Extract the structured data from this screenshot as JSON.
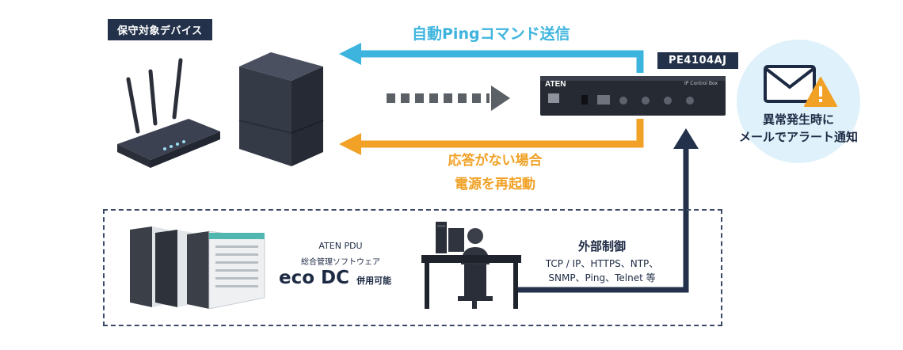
{
  "labels": {
    "device_badge": "保守対象デバイス",
    "pe_badge": "PE4104AJ",
    "ping": "自動Pingコマンド送信",
    "restart_line1": "応答がない場合",
    "restart_line2": "電源を再起動",
    "alert_line1": "異常発生時に",
    "alert_line2": "メールでアラート通知",
    "aten_pdu": "ATEN PDU",
    "mgmt_software": "総合管理ソフトウェア",
    "eco_dc": "eco DC",
    "eco_suffix": "併用可能",
    "control_title": "外部制御",
    "control_line1": "TCP / IP、HTTPS、NTP、",
    "control_line2": "SNMP、Ping、Telnet 等",
    "device_brand": "ATEN",
    "device_panel_title": "IP Control Box"
  },
  "colors": {
    "cyan": "#3db4de",
    "orange": "#f0a126",
    "navy": "#23324a",
    "gray_arrow": "#5b5f66",
    "alert_bg": "#dff1fa",
    "warning": "#f0a126"
  },
  "icons": {
    "router": "router-icon",
    "server": "server-icon",
    "pdu": "ip-control-box-icon",
    "mail": "mail-icon",
    "warning": "warning-icon",
    "workstation": "workstation-icon",
    "software_screens": "software-screens-icon"
  }
}
